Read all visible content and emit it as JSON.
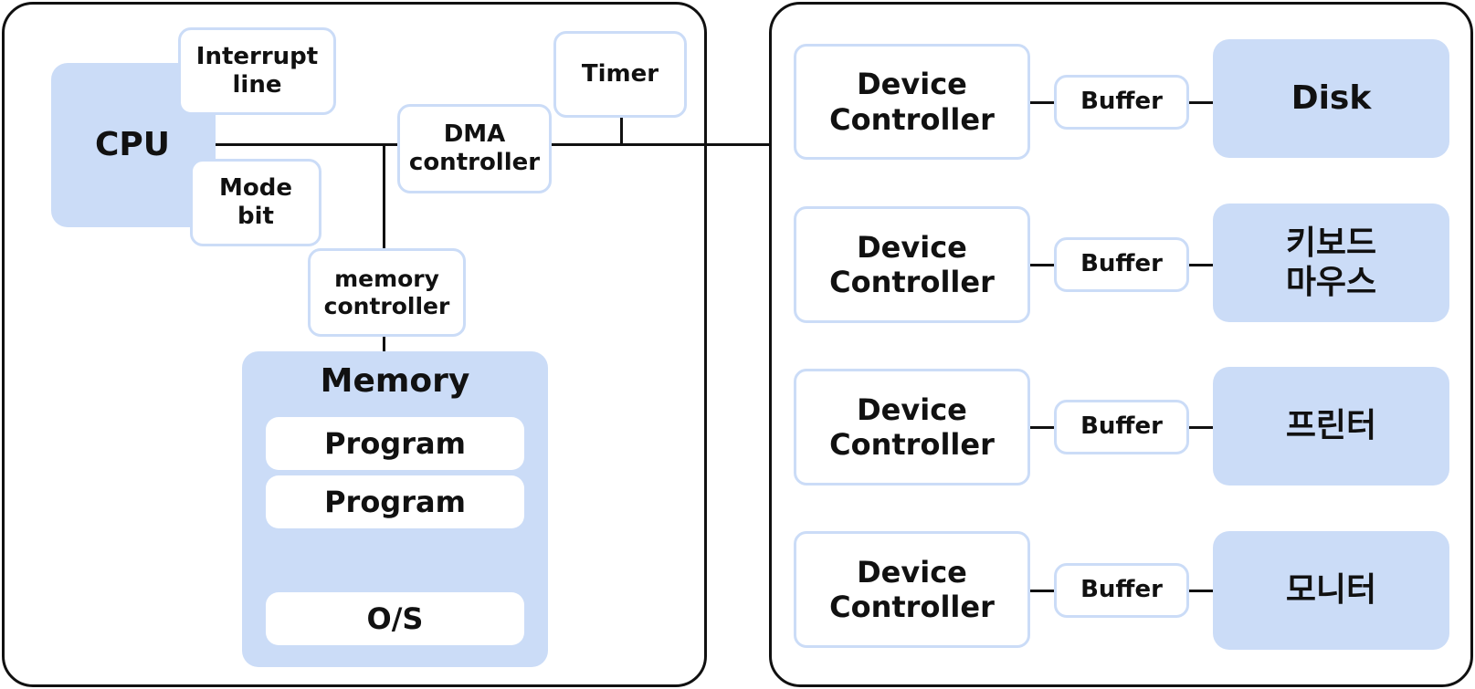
{
  "system": {
    "cpu": "CPU",
    "interrupt_line": "Interrupt\nline",
    "mode_bit": "Mode\nbit",
    "dma_controller": "DMA\ncontroller",
    "timer": "Timer",
    "memory_controller": "memory\ncontroller",
    "memory": {
      "title": "Memory",
      "slots": [
        "Program",
        "Program",
        "O/S"
      ]
    }
  },
  "io": {
    "rows": [
      {
        "controller": "Device\nController",
        "buffer": "Buffer",
        "device": "Disk"
      },
      {
        "controller": "Device\nController",
        "buffer": "Buffer",
        "device": "키보드\n마우스"
      },
      {
        "controller": "Device\nController",
        "buffer": "Buffer",
        "device": "프린터"
      },
      {
        "controller": "Device\nController",
        "buffer": "Buffer",
        "device": "모니터"
      }
    ]
  },
  "colors": {
    "fill": "#cbdcf7",
    "line": "#111111"
  }
}
